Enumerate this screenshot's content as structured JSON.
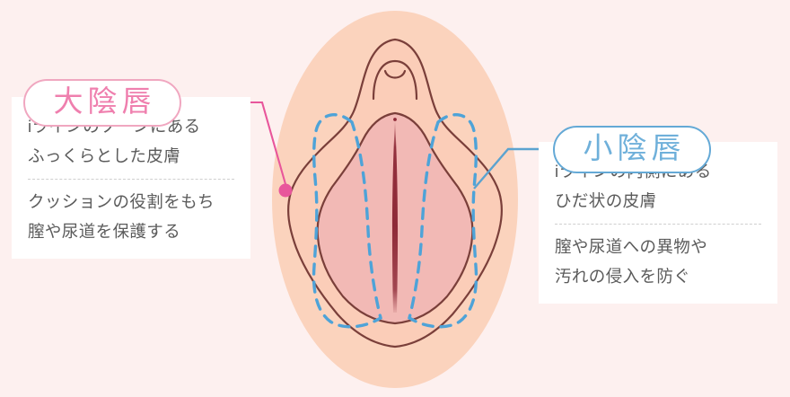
{
  "page": {
    "background_color": "#fdf0ef",
    "topic": "female external genital anatomy diagram"
  },
  "labels": {
    "left": {
      "pill_text": "大陰唇",
      "pill_border_color": "#f0a7c0",
      "pill_text_color": "#ef7fae",
      "connector_color": "#e8569b",
      "marker": "marker-dot"
    },
    "right": {
      "pill_text": "小陰唇",
      "pill_border_color": "#64a9d6",
      "pill_text_color": "#6fb0da",
      "connector_color": "#5ba3d0"
    }
  },
  "panels": {
    "left": {
      "block_a": [
        "iラインのゾーンにある",
        "ふっくらとした皮膚"
      ],
      "block_b": [
        "クッションの役割をもち",
        "膣や尿道を保護する"
      ]
    },
    "right": {
      "block_a": [
        "iラインの内側にある",
        "ひだ状の皮膚"
      ],
      "block_b": [
        "膣や尿道への異物や",
        "汚れの侵入を防ぐ"
      ]
    }
  },
  "illustration": {
    "oval_fill": "#fbd3bd",
    "outer_shape_fill": "#fbcdb8",
    "outer_shape_stroke": "#7a3f3a",
    "inner_shape_fill": "#f2b9b5",
    "inner_shape_stroke": "#7a3f3a",
    "cleft_color": "#8e2a37",
    "dashed_overlay_color": "#4ea3d8",
    "dashed_overlay_name": "labia-minora-outline"
  }
}
